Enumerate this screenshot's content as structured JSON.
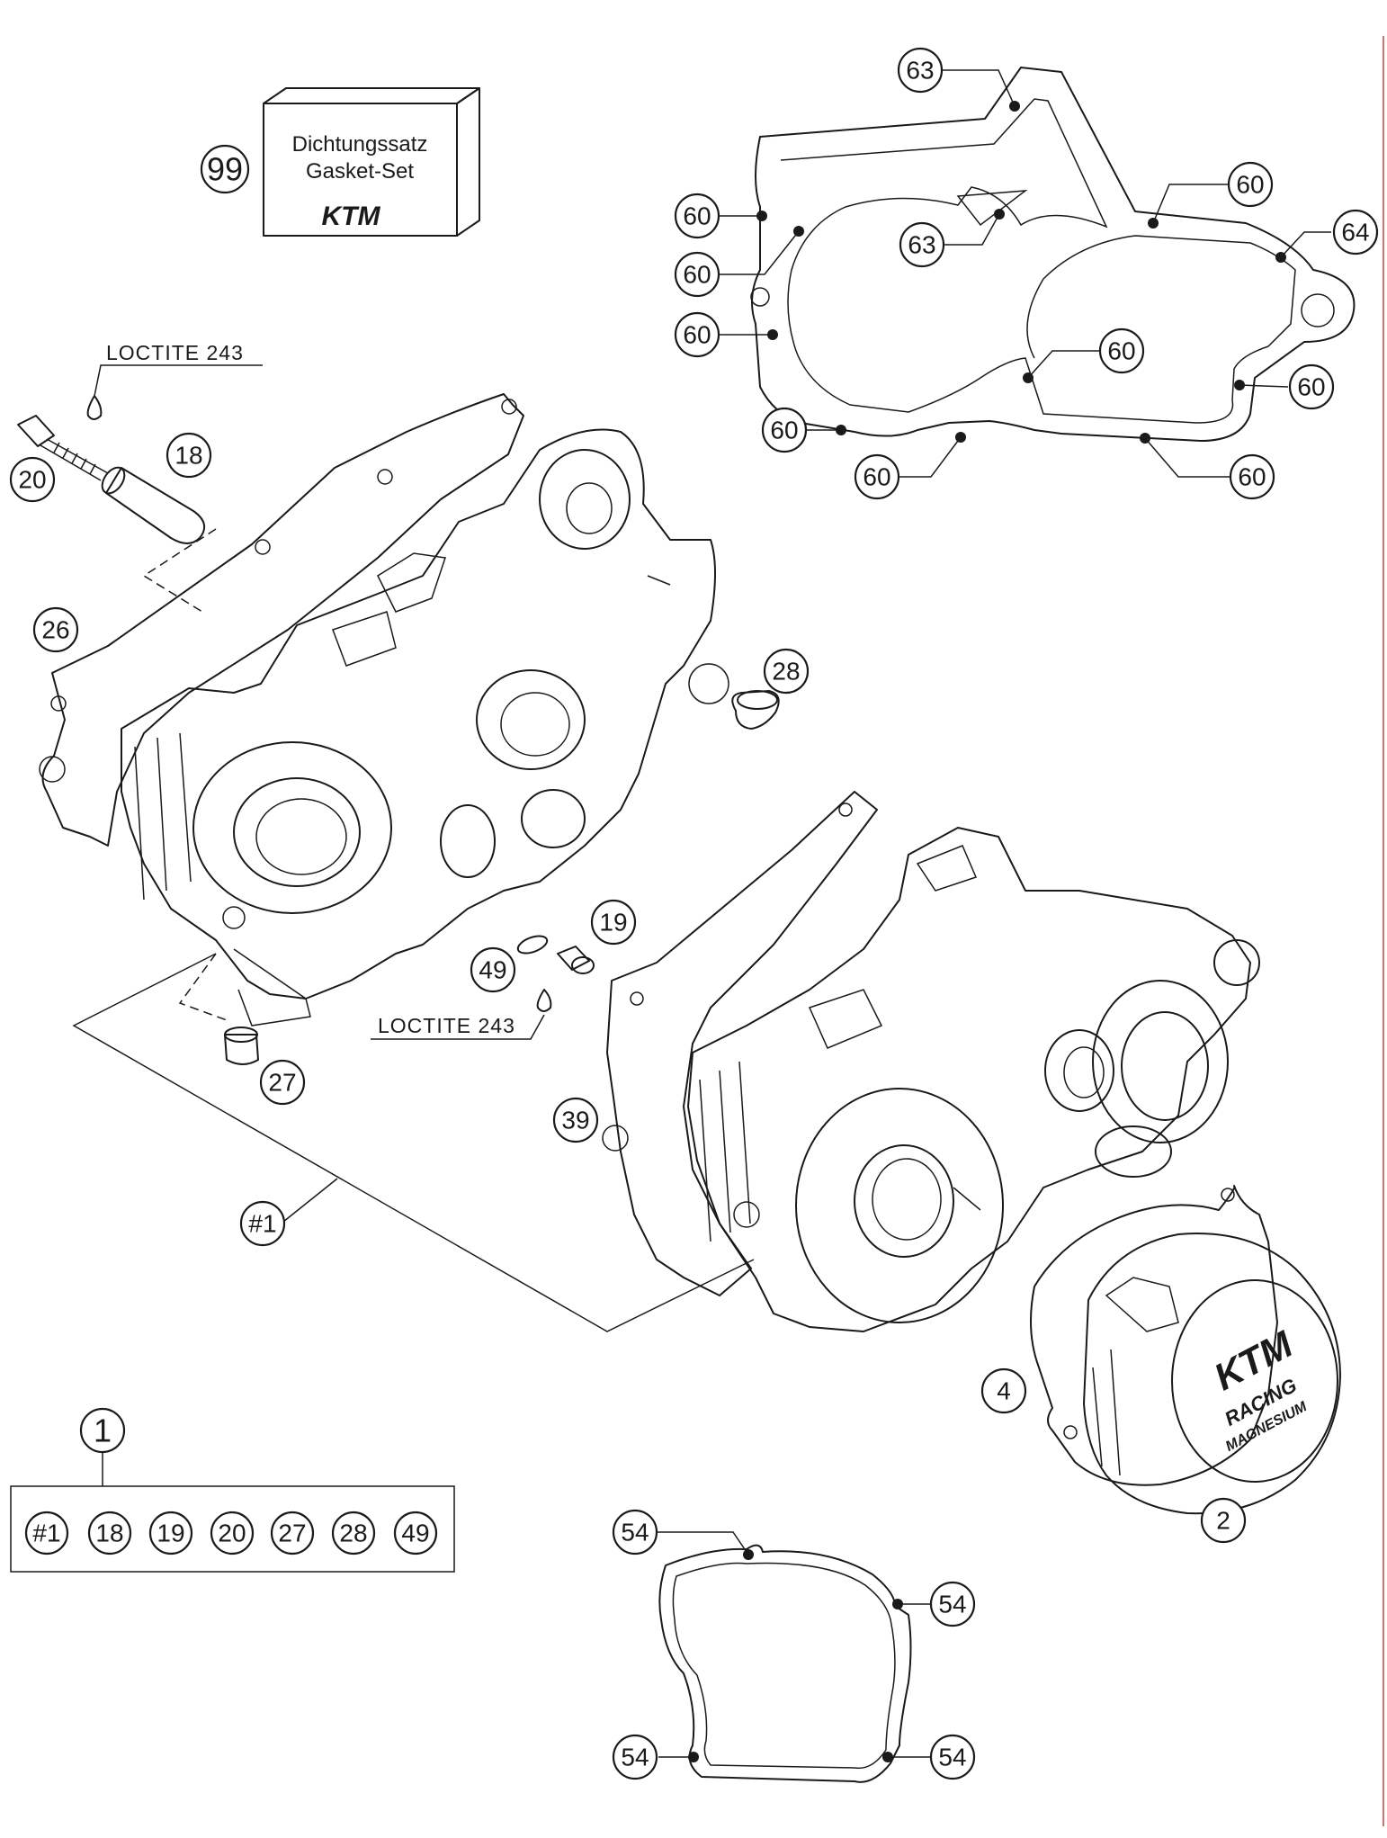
{
  "gasket_kit": {
    "line1": "Dichtungssatz",
    "line2": "Gasket-Set",
    "brand": "KTM"
  },
  "notes": {
    "loctite_top": "LOCTITE 243",
    "loctite_bottom": "LOCTITE 243"
  },
  "cover": {
    "brand": "KTM",
    "line2": "RACING",
    "line3": "MAGNESIUM"
  },
  "callouts": {
    "c99": "99",
    "c63a": "63",
    "c63b": "63",
    "c64": "64",
    "c60a": "60",
    "c60b": "60",
    "c60c": "60",
    "c60d": "60",
    "c60e": "60",
    "c60f": "60",
    "c60g": "60",
    "c60h": "60",
    "c60i": "60",
    "c20": "20",
    "c18": "18",
    "c26": "26",
    "c28": "28",
    "c19": "19",
    "c49": "49",
    "c27": "27",
    "c39": "39",
    "c1h": "#1",
    "c4": "4",
    "c2": "2",
    "c1": "1",
    "c54a": "54",
    "c54b": "54",
    "c54c": "54",
    "c54d": "54"
  },
  "kit_contents": [
    "#1",
    "18",
    "19",
    "20",
    "27",
    "28",
    "49"
  ]
}
